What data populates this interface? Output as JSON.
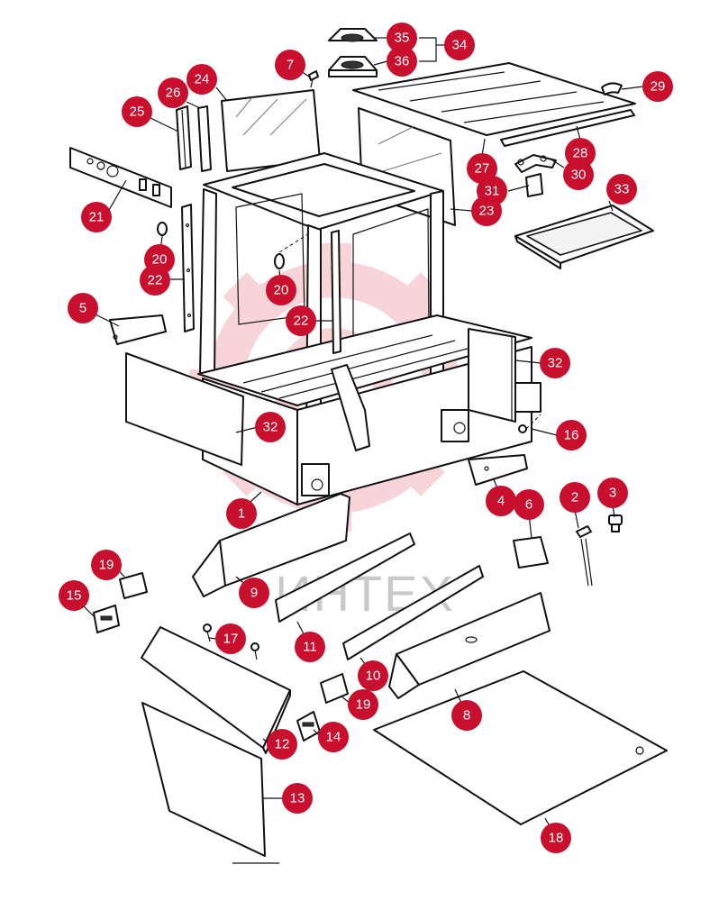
{
  "watermark": {
    "text": "ИНТЕХ",
    "color": "#e8878f"
  },
  "callout_color": "#c8102e",
  "callouts": [
    {
      "id": "c1",
      "label": "1"
    },
    {
      "id": "c2",
      "label": "2"
    },
    {
      "id": "c3",
      "label": "3"
    },
    {
      "id": "c4",
      "label": "4"
    },
    {
      "id": "c5",
      "label": "5"
    },
    {
      "id": "c6",
      "label": "6"
    },
    {
      "id": "c7",
      "label": "7"
    },
    {
      "id": "c8",
      "label": "8"
    },
    {
      "id": "c9",
      "label": "9"
    },
    {
      "id": "c10",
      "label": "10"
    },
    {
      "id": "c11",
      "label": "11"
    },
    {
      "id": "c12",
      "label": "12"
    },
    {
      "id": "c13",
      "label": "13"
    },
    {
      "id": "c14",
      "label": "14"
    },
    {
      "id": "c15",
      "label": "15"
    },
    {
      "id": "c16",
      "label": "16"
    },
    {
      "id": "c17",
      "label": "17"
    },
    {
      "id": "c18",
      "label": "18"
    },
    {
      "id": "c19a",
      "label": "19"
    },
    {
      "id": "c19b",
      "label": "19"
    },
    {
      "id": "c20a",
      "label": "20"
    },
    {
      "id": "c20b",
      "label": "20"
    },
    {
      "id": "c21",
      "label": "21"
    },
    {
      "id": "c22a",
      "label": "22"
    },
    {
      "id": "c22b",
      "label": "22"
    },
    {
      "id": "c23",
      "label": "23"
    },
    {
      "id": "c24",
      "label": "24"
    },
    {
      "id": "c25",
      "label": "25"
    },
    {
      "id": "c26",
      "label": "26"
    },
    {
      "id": "c27",
      "label": "27"
    },
    {
      "id": "c28",
      "label": "28"
    },
    {
      "id": "c29",
      "label": "29"
    },
    {
      "id": "c30",
      "label": "30"
    },
    {
      "id": "c31",
      "label": "31"
    },
    {
      "id": "c32a",
      "label": "32"
    },
    {
      "id": "c32b",
      "label": "32"
    },
    {
      "id": "c33",
      "label": "33"
    },
    {
      "id": "c34",
      "label": "34"
    },
    {
      "id": "c35",
      "label": "35"
    },
    {
      "id": "c36",
      "label": "36"
    }
  ]
}
